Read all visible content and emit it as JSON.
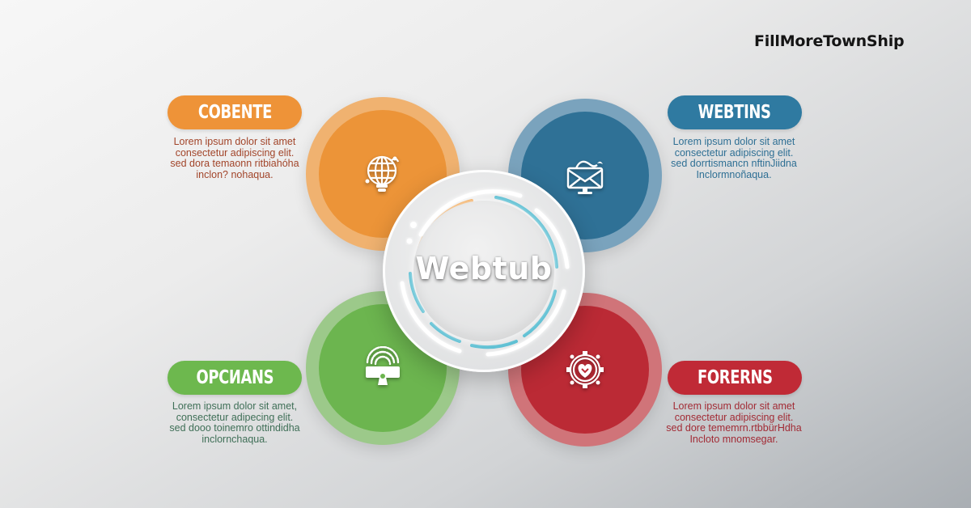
{
  "brand": {
    "name": "FillMoreTownShip"
  },
  "hub": {
    "title": "Webtub"
  },
  "colors": {
    "orange": "#ec9438",
    "blue": "#2f7196",
    "green": "#6cb54f",
    "red": "#bb2a35",
    "ring_accent": "#5bbfd3"
  },
  "quadrants": [
    {
      "position": "top-left",
      "label": "COBENTE",
      "icon": "globe-lightbulb-icon",
      "color": "#ec9438",
      "lines": [
        "Lorem ipsum dolor sit amet",
        "consectetur adipiscing elit.",
        "sed dora temaonn ritbiahóha",
        "inclon? nohaqua."
      ]
    },
    {
      "position": "top-right",
      "label": "WEBTINS",
      "icon": "monitor-mail-icon",
      "color": "#2f7196",
      "lines": [
        "Lorem ipsum dolor sit amet",
        "consectetur adipiscing elit.",
        "sed dorrtismancn nftinJiidna",
        "Inclormnoñaqua."
      ]
    },
    {
      "position": "bottom-left",
      "label": "OPCИANS",
      "icon": "wireless-signal-device-icon",
      "color": "#6cb54f",
      "lines": [
        "Lorem ipsum dolor sit amet,",
        "consectetur adipecing elit.",
        "sed dooo toinemro ottindidha",
        "inclornchaqua."
      ]
    },
    {
      "position": "bottom-right",
      "label": "FORERNS",
      "icon": "gear-heart-icon",
      "color": "#bb2a35",
      "lines": [
        "Lorem ipsum dolor sit amet",
        "consectetur adipiscing elit.",
        "sed dore tememrn.rtbbürHdha",
        "Incloto mnomsegar."
      ]
    }
  ]
}
